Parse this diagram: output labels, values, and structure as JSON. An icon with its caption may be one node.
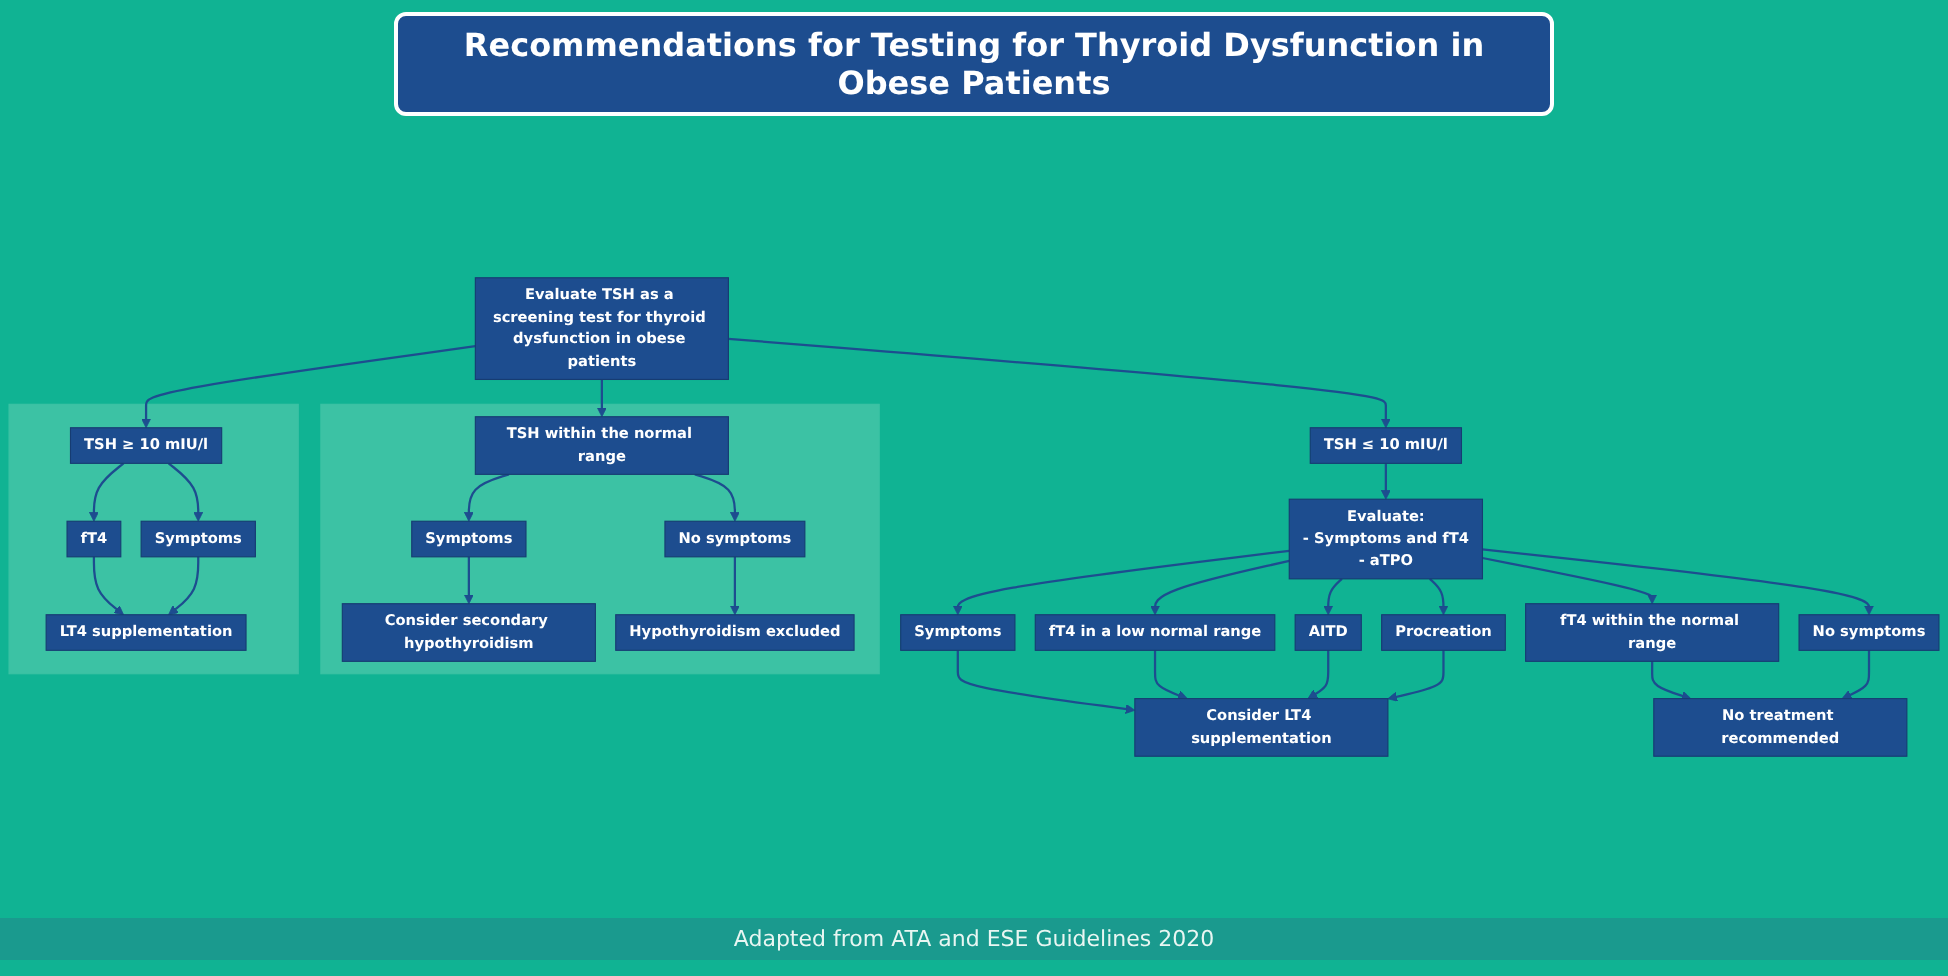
{
  "diagram": {
    "title": "Recommendations for Testing for Thyroid Dysfunction in Obese Patients",
    "caption": "Adapted from ATA and ESE Guidelines 2020",
    "nodes": [
      {
        "text": [
          "Evaluate TSH as a screening test for thyroid dysfunction in obese patients"
        ]
      },
      {
        "text": [],
        "shape": "box"
      },
      {
        "text": [
          "TSH ≥ 10 mIU/l"
        ],
        "in": 1
      },
      {
        "text": [
          "fT4"
        ],
        "in": 1
      },
      {
        "text": [
          "Symptoms"
        ],
        "in": 1
      },
      {
        "text": [
          "LT4 supplementation"
        ],
        "in": 1
      },
      {
        "text": [
          "TSH ≤ 10 mIU/l"
        ]
      },
      {
        "text": [
          "Evaluate:",
          "- Symptoms and fT4",
          "- aTPO"
        ]
      },
      {
        "text": [],
        "shape": "box"
      },
      {
        "text": [
          "TSH within the normal range"
        ],
        "in": 8
      },
      {
        "text": [
          "Symptoms"
        ],
        "in": 8
      },
      {
        "text": [
          "No symptoms"
        ],
        "in": 8
      },
      {
        "text": [
          "Consider secondary hypothyroidism"
        ],
        "in": 8
      },
      {
        "text": [
          "Hypothyroidism excluded"
        ],
        "in": 8
      },
      {
        "text": [
          "Symptoms"
        ]
      },
      {
        "text": [
          "fT4 in a low normal range"
        ]
      },
      {
        "text": [
          "AITD"
        ]
      },
      {
        "text": [
          "Procreation"
        ]
      },
      {
        "text": [
          "fT4 within the normal range"
        ]
      },
      {
        "text": [
          "No symptoms"
        ]
      },
      {
        "text": [
          "Consider LT4 supplementation"
        ]
      },
      {
        "text": [
          "No treatment recommended"
        ]
      }
    ],
    "edges": [
      {
        "from": 0,
        "to": 2,
        "arrow": "to"
      },
      {
        "from": 0,
        "to": 6,
        "arrow": "to"
      },
      {
        "from": 0,
        "to": 9,
        "arrow": "to"
      },
      {
        "from": 2,
        "to": 3,
        "arrow": "to"
      },
      {
        "from": 2,
        "to": 4,
        "arrow": "to"
      },
      {
        "from": 3,
        "to": 5,
        "arrow": "to"
      },
      {
        "from": 4,
        "to": 5,
        "arrow": "to"
      },
      {
        "from": 6,
        "to": 7,
        "arrow": "to"
      },
      {
        "from": 9,
        "to": 10,
        "arrow": "to"
      },
      {
        "from": 9,
        "to": 11,
        "arrow": "to"
      },
      {
        "from": 10,
        "to": 12,
        "arrow": "to"
      },
      {
        "from": 11,
        "to": 13,
        "arrow": "to"
      },
      {
        "from": 7,
        "to": 14,
        "arrow": "to"
      },
      {
        "from": 7,
        "to": 15,
        "arrow": "to"
      },
      {
        "from": 7,
        "to": 16,
        "arrow": "to"
      },
      {
        "from": 7,
        "to": 17,
        "arrow": "to"
      },
      {
        "from": 7,
        "to": 18,
        "arrow": "to"
      },
      {
        "from": 7,
        "to": 19,
        "arrow": "to"
      },
      {
        "from": 14,
        "to": 20,
        "arrow": "to"
      },
      {
        "from": 15,
        "to": 20,
        "arrow": "to"
      },
      {
        "from": 16,
        "to": 20,
        "arrow": "to"
      },
      {
        "from": 17,
        "to": 20,
        "arrow": "to"
      },
      {
        "from": 18,
        "to": 21,
        "arrow": "to"
      },
      {
        "from": 19,
        "to": 21,
        "arrow": "to"
      }
    ]
  }
}
